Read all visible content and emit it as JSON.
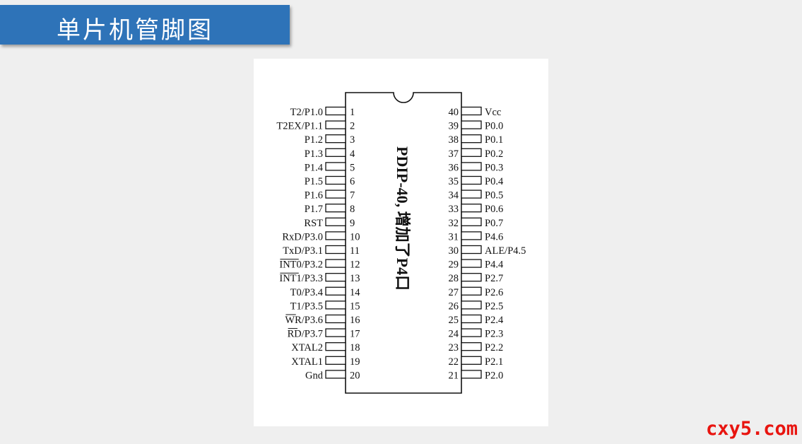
{
  "header": {
    "title": "单片机管脚图"
  },
  "diagram": {
    "package_label": "PDIP-40, 增加了P4口",
    "left_pins": [
      {
        "num": "1",
        "name": "T2/P1.0"
      },
      {
        "num": "2",
        "name": "T2EX/P1.1"
      },
      {
        "num": "3",
        "name": "P1.2"
      },
      {
        "num": "4",
        "name": "P1.3"
      },
      {
        "num": "5",
        "name": "P1.4"
      },
      {
        "num": "6",
        "name": "P1.5"
      },
      {
        "num": "7",
        "name": "P1.6"
      },
      {
        "num": "8",
        "name": "P1.7"
      },
      {
        "num": "9",
        "name": "RST"
      },
      {
        "num": "10",
        "name": "RxD/P3.0"
      },
      {
        "num": "11",
        "name": "TxD/P3.1"
      },
      {
        "num": "12",
        "name": "INT0/P3.2",
        "overline": "INT0"
      },
      {
        "num": "13",
        "name": "INT1/P3.3",
        "overline": "INT1"
      },
      {
        "num": "14",
        "name": "T0/P3.4"
      },
      {
        "num": "15",
        "name": "T1/P3.5"
      },
      {
        "num": "16",
        "name": "WR/P3.6",
        "overline": "WR"
      },
      {
        "num": "17",
        "name": "RD/P3.7",
        "overline": "RD"
      },
      {
        "num": "18",
        "name": "XTAL2"
      },
      {
        "num": "19",
        "name": "XTAL1"
      },
      {
        "num": "20",
        "name": "Gnd"
      }
    ],
    "right_pins": [
      {
        "num": "40",
        "name": "Vcc"
      },
      {
        "num": "39",
        "name": "P0.0"
      },
      {
        "num": "38",
        "name": "P0.1"
      },
      {
        "num": "37",
        "name": "P0.2"
      },
      {
        "num": "36",
        "name": "P0.3"
      },
      {
        "num": "35",
        "name": "P0.4"
      },
      {
        "num": "34",
        "name": "P0.5"
      },
      {
        "num": "33",
        "name": "P0.6"
      },
      {
        "num": "32",
        "name": "P0.7"
      },
      {
        "num": "31",
        "name": "P4.6"
      },
      {
        "num": "30",
        "name": "ALE/P4.5"
      },
      {
        "num": "29",
        "name": "P4.4"
      },
      {
        "num": "28",
        "name": "P2.7"
      },
      {
        "num": "27",
        "name": "P2.6"
      },
      {
        "num": "26",
        "name": "P2.5"
      },
      {
        "num": "25",
        "name": "P2.4"
      },
      {
        "num": "24",
        "name": "P2.3"
      },
      {
        "num": "23",
        "name": "P2.2"
      },
      {
        "num": "22",
        "name": "P2.1"
      },
      {
        "num": "21",
        "name": "P2.0"
      }
    ]
  },
  "watermark": "cxy5.com",
  "colors": {
    "banner": "#2e73b8",
    "watermark": "#e8140f",
    "background": "#efefef"
  }
}
